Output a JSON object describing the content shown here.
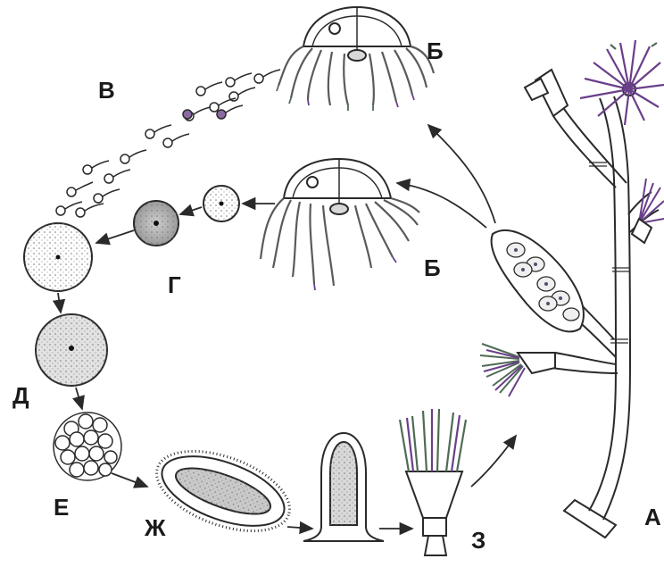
{
  "labels": {
    "polyp_colony": "А",
    "medusa_upper": "Б",
    "medusa_lower": "Б",
    "sperm": "В",
    "eggs": "Г",
    "zygote": "Д",
    "morula": "Е",
    "planula": "Ж",
    "young_polyp": "З"
  },
  "colors": {
    "line": "#2a2a2a",
    "tentacle_purple": "#6a3f8a",
    "tentacle_green": "#4f6b55",
    "cell_fill": "#d9d9d9"
  }
}
